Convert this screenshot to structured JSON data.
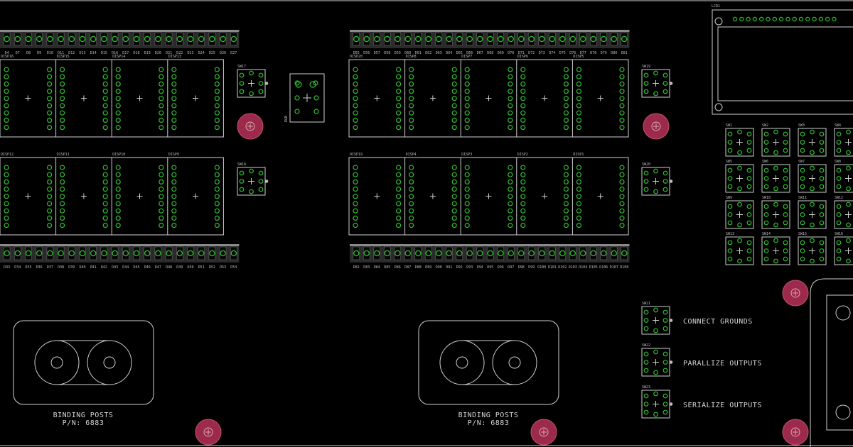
{
  "board": {
    "background": "#000000",
    "silkscreen_color": "#cfcfcf",
    "pad_color": "#2fbf2f",
    "mount_hole_color": "#9c2a4a"
  },
  "led_labels": {
    "top_left": [
      "D4",
      "D7",
      "D8",
      "D9",
      "D10",
      "D11",
      "D12",
      "D13",
      "D14",
      "D15",
      "D16",
      "D17",
      "D18",
      "D19",
      "D20",
      "D21",
      "D22",
      "D23",
      "D24",
      "D25",
      "D26",
      "D27"
    ],
    "bottom_left": [
      "D33",
      "D34",
      "D35",
      "D36",
      "D37",
      "D38",
      "D39",
      "D40",
      "D41",
      "D42",
      "D43",
      "D44",
      "D45",
      "D46",
      "D47",
      "D48",
      "D49",
      "D50",
      "D51",
      "D52",
      "D53",
      "D54"
    ],
    "top_right": [
      "D55",
      "D56",
      "D57",
      "D58",
      "D59",
      "D60",
      "D61",
      "D62",
      "D63",
      "D64",
      "D65",
      "D66",
      "D67",
      "D68",
      "D69",
      "D70",
      "D71",
      "D72",
      "D73",
      "D74",
      "D75",
      "D76",
      "D77",
      "D78",
      "D79",
      "D80",
      "D81"
    ],
    "bottom_right": [
      "D82",
      "D83",
      "D84",
      "D85",
      "D86",
      "D87",
      "D88",
      "D89",
      "D90",
      "D91",
      "D92",
      "D93",
      "D94",
      "D95",
      "D96",
      "D97",
      "D98",
      "D99",
      "D100",
      "D101",
      "D102",
      "D103",
      "D104",
      "D105",
      "D106",
      "D107",
      "D108"
    ]
  },
  "displays": {
    "left_top": [
      "DISP16",
      "DISP15",
      "DISP14",
      "DISP13"
    ],
    "left_bottom": [
      "DISP12",
      "DISP11",
      "DISP10",
      "DISP9"
    ],
    "right_top": [
      "DISP20",
      "DISP8",
      "DISP7",
      "DISP6",
      "DISP5"
    ],
    "right_bottom": [
      "DISP19",
      "DISP4",
      "DISP3",
      "DISP2",
      "DISP1"
    ]
  },
  "switches": {
    "sw17": "SW17",
    "sw18": "SW18",
    "sw19": "SW19",
    "sw20": "SW20",
    "sw21": "SW21",
    "sw22": "SW22",
    "sw23": "SW23",
    "grid": [
      [
        "SW1",
        "SW2",
        "SW3",
        "SW4"
      ],
      [
        "SW5",
        "SW6",
        "SW7",
        "SW8"
      ],
      [
        "SW9",
        "SW10",
        "SW11",
        "SW12"
      ],
      [
        "SW13",
        "SW14",
        "SW15",
        "SW16"
      ]
    ]
  },
  "misc": {
    "rgb": "RGB",
    "lcd": "LCD1"
  },
  "binding_posts": [
    {
      "title": "BINDING POSTS",
      "part": "P/N: 6883"
    },
    {
      "title": "BINDING POSTS",
      "part": "P/N: 6883"
    }
  ],
  "actions": {
    "connect_grounds": "CONNECT GROUNDS",
    "parallize_outputs": "PARALLIZE OUTPUTS",
    "serialize_outputs": "SERIALIZE OUTPUTS"
  }
}
